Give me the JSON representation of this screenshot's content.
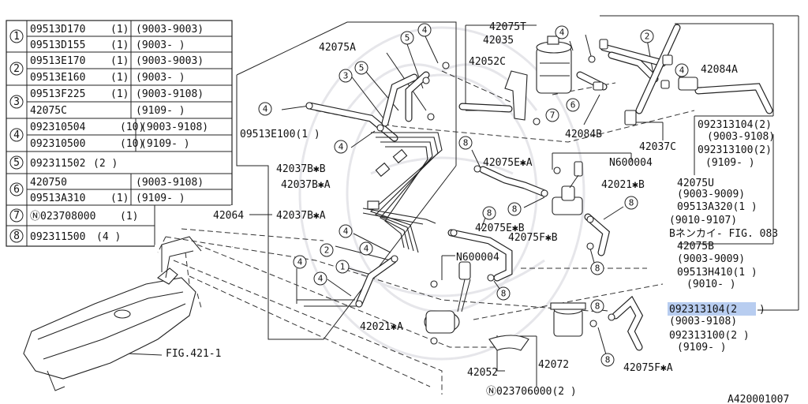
{
  "parts_table": {
    "rows": [
      {
        "key": "1",
        "lines": [
          {
            "part": "09513D170",
            "qty": "(1)",
            "range": "(9003-9003)"
          },
          {
            "part": "09513D155",
            "qty": "(1)",
            "range": "(9003-    )"
          }
        ]
      },
      {
        "key": "2",
        "lines": [
          {
            "part": "09513E170",
            "qty": "(1)",
            "range": "(9003-9003)"
          },
          {
            "part": "09513E160",
            "qty": "(1)",
            "range": "(9003-    )"
          }
        ]
      },
      {
        "key": "3",
        "lines": [
          {
            "part": "09513F225",
            "qty": "(1)",
            "range": "(9003-9108)"
          },
          {
            "part": "42075C",
            "qty": "",
            "range": "(9109-    )"
          }
        ]
      },
      {
        "key": "4",
        "lines": [
          {
            "part": "092310504",
            "qty": "(10)",
            "range": "(9003-9108)"
          },
          {
            "part": "092310500",
            "qty": "(10)",
            "range": "(9109-    )"
          }
        ]
      },
      {
        "key": "5",
        "lines": [
          {
            "part": "092311502",
            "qty": "(2 )",
            "range": ""
          }
        ]
      },
      {
        "key": "6",
        "lines": [
          {
            "part": "420750",
            "qty": "",
            "range": "(9003-9108)"
          },
          {
            "part": "09513A310",
            "qty": "(1)",
            "range": "(9109-    )"
          }
        ]
      },
      {
        "key": "7",
        "lines": [
          {
            "part": "Ⓝ023708000",
            "qty": "(1)",
            "range": ""
          }
        ]
      },
      {
        "key": "8",
        "lines": [
          {
            "part": "092311500",
            "qty": "(4 )",
            "range": ""
          }
        ]
      }
    ]
  },
  "callouts": [
    {
      "name": "callout-42075t",
      "text": "42075T"
    },
    {
      "name": "callout-42035",
      "text": "42035"
    },
    {
      "name": "callout-42052c",
      "text": "42052C"
    },
    {
      "name": "callout-42075a",
      "text": "42075A"
    },
    {
      "name": "callout-09513e100",
      "text": "09513E100(1 )"
    },
    {
      "name": "callout-42084a",
      "text": "42084A"
    },
    {
      "name": "callout-42084b",
      "text": "42084B"
    },
    {
      "name": "callout-42037c",
      "text": "42037C"
    },
    {
      "name": "callout-spec-a1",
      "text": "092313104(2)"
    },
    {
      "name": "callout-spec-a2",
      "text": "(9003-9108)"
    },
    {
      "name": "callout-spec-a3",
      "text": "092313100(2)"
    },
    {
      "name": "callout-spec-a4",
      "text": "(9109-    )"
    },
    {
      "name": "callout-42037b-b",
      "text": "42037B✱B"
    },
    {
      "name": "callout-42037b-a1",
      "text": "42037B✱A"
    },
    {
      "name": "callout-42075e-a",
      "text": "42075E✱A"
    },
    {
      "name": "callout-n600004-top",
      "text": "N600004"
    },
    {
      "name": "callout-42021-b",
      "text": "42021✱B"
    },
    {
      "name": "callout-42075u",
      "text": "42075U"
    },
    {
      "name": "callout-u-1",
      "text": "(9003-9009)"
    },
    {
      "name": "callout-u-2",
      "text": "09513A320(1 )"
    },
    {
      "name": "callout-u-3",
      "text": "(9010-9107)"
    },
    {
      "name": "callout-u-4",
      "text": "Bネンカイ- FIG. 083"
    },
    {
      "name": "callout-42075b",
      "text": "42075B"
    },
    {
      "name": "callout-b-1",
      "text": "(9003-9009)"
    },
    {
      "name": "callout-b-2",
      "text": "09513H410(1 )"
    },
    {
      "name": "callout-b-3",
      "text": "(9010-    )"
    },
    {
      "name": "callout-42064",
      "text": "42064"
    },
    {
      "name": "callout-42037b-a2",
      "text": "42037B✱A"
    },
    {
      "name": "callout-42075e-b",
      "text": "42075E✱B"
    },
    {
      "name": "callout-42075f-b",
      "text": "42075F✱B"
    },
    {
      "name": "callout-n600004-mid",
      "text": "N600004"
    },
    {
      "name": "callout-42021-a",
      "text": "42021✱A"
    },
    {
      "name": "callout-fig421",
      "text": "FIG.421-1"
    },
    {
      "name": "callout-42052",
      "text": "42052"
    },
    {
      "name": "callout-42072",
      "text": "42072"
    },
    {
      "name": "callout-023706000",
      "text": "Ⓝ023706000(2 )"
    },
    {
      "name": "callout-42075f-a",
      "text": "42075F✱A"
    },
    {
      "name": "callout-spec-b1",
      "text": "092313104(2"
    },
    {
      "name": "callout-spec-b1-end",
      "text": ")"
    },
    {
      "name": "callout-spec-b2",
      "text": "(9003-9108)"
    },
    {
      "name": "callout-spec-b3",
      "text": "092313100(2 )"
    },
    {
      "name": "callout-spec-b4",
      "text": "(9109-    )"
    },
    {
      "name": "diagram-id",
      "text": "A420001007"
    }
  ],
  "markers": [
    "1",
    "2",
    "3",
    "4",
    "5",
    "6",
    "7",
    "8"
  ]
}
